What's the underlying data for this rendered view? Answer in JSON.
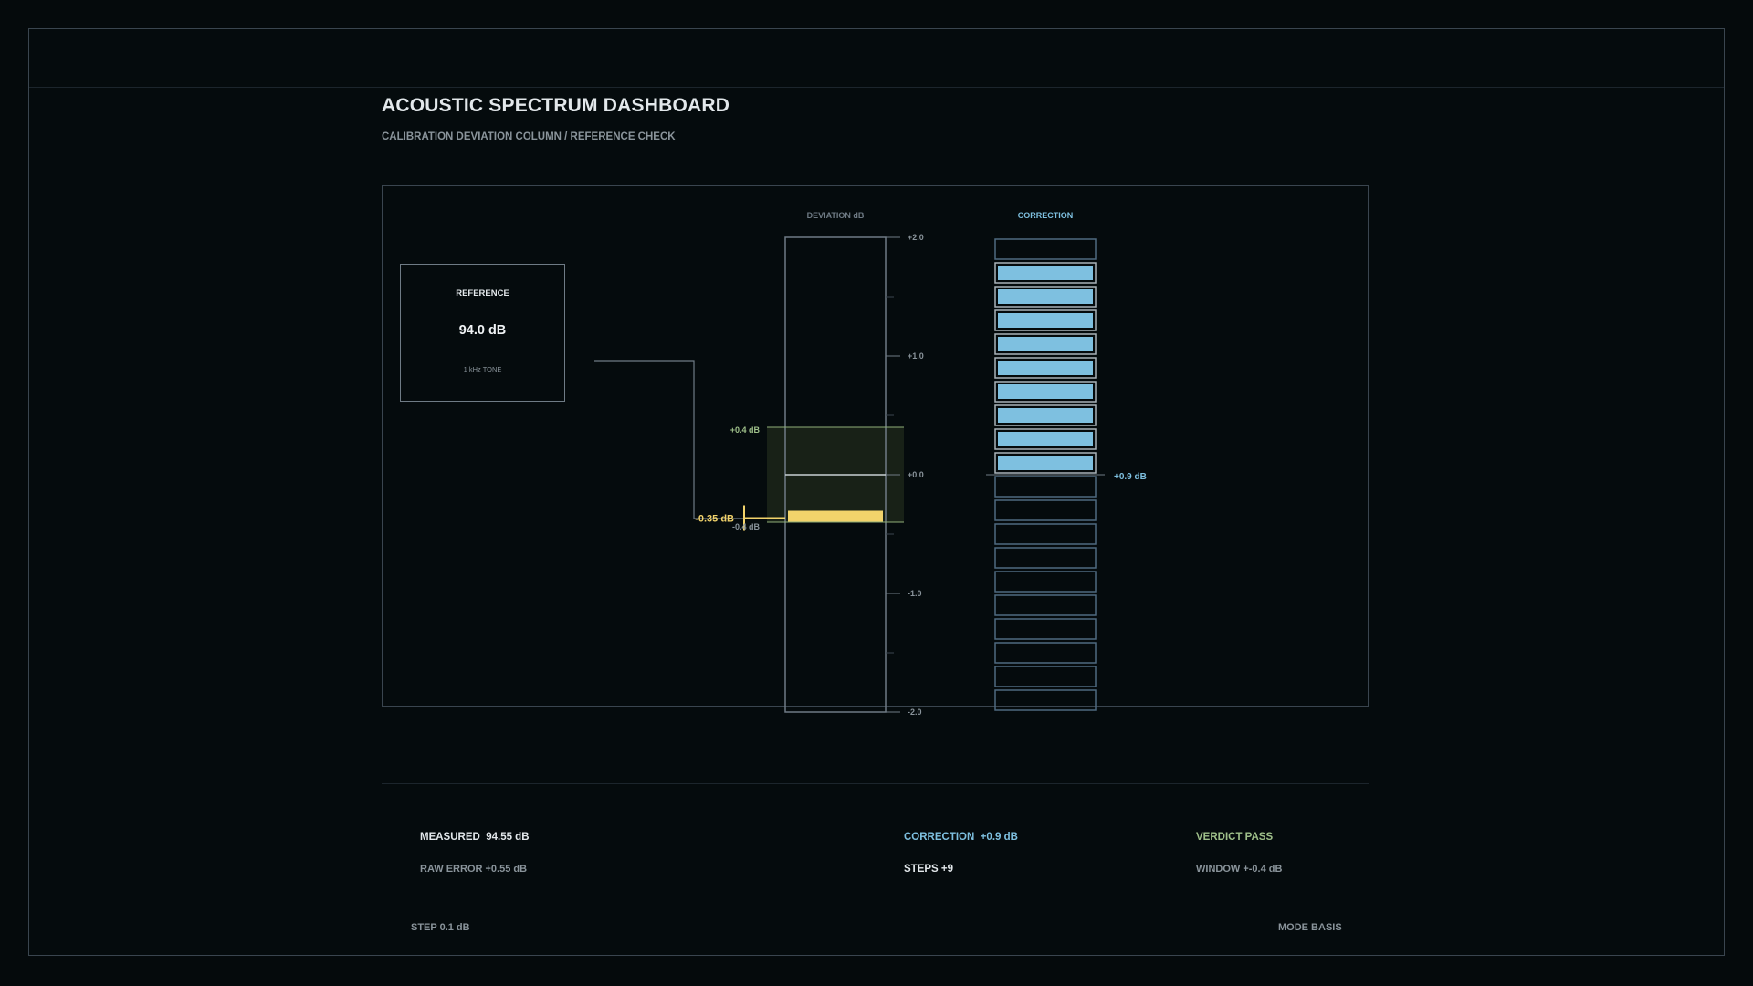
{
  "header": {
    "title": "ACOUSTIC SPECTRUM DASHBOARD",
    "subtitle": "CALIBRATION DEVIATION COLUMN / REFERENCE CHECK"
  },
  "reference": {
    "label": "REFERENCE",
    "value": "94.0 dB",
    "note": "1 kHz TONE"
  },
  "chart_data": {
    "type": "bar",
    "deviation_axis_label": "DEVIATION dB",
    "correction_label": "CORRECTION",
    "ylim": [
      -2.0,
      2.0
    ],
    "ticks": [
      {
        "value": 2.0,
        "label": "+2.0"
      },
      {
        "value": 1.0,
        "label": "+1.0"
      },
      {
        "value": 0.0,
        "label": "+0.0"
      },
      {
        "value": -1.0,
        "label": "-1.0"
      },
      {
        "value": -2.0,
        "label": "-2.0"
      }
    ],
    "minor_ticks": [
      1.5,
      0.5,
      -0.5,
      -1.5
    ],
    "window": {
      "upper": 0.4,
      "lower": -0.4,
      "upper_label": "+0.4 dB",
      "lower_label": "-0.4 dB"
    },
    "measured_deviation": -0.35,
    "measured_label": "-0.35 dB",
    "correction": {
      "value": 0.9,
      "label": "+0.9 dB",
      "total_steps": 20,
      "filled_steps": 9
    }
  },
  "summary": {
    "measured_label": "MEASURED",
    "measured_value": "94.55 dB",
    "raw_error": "RAW ERROR +0.55 dB",
    "correction_label": "CORRECTION",
    "correction_value": "+0.9 dB",
    "steps": "STEPS +9",
    "verdict": "VERDICT PASS",
    "window": "WINDOW +-0.4 dB"
  },
  "footer": {
    "step": "STEP 0.1 dB",
    "mode": "MODE BASIS"
  },
  "colors": {
    "background": "#050a0c",
    "accent_blue": "#7ec0e0",
    "measured_yellow": "#f2d36b",
    "pass_green": "#9fc08a",
    "window_fill": "#1b2418",
    "text": "#e3e8eb",
    "muted": "#8a949b"
  }
}
